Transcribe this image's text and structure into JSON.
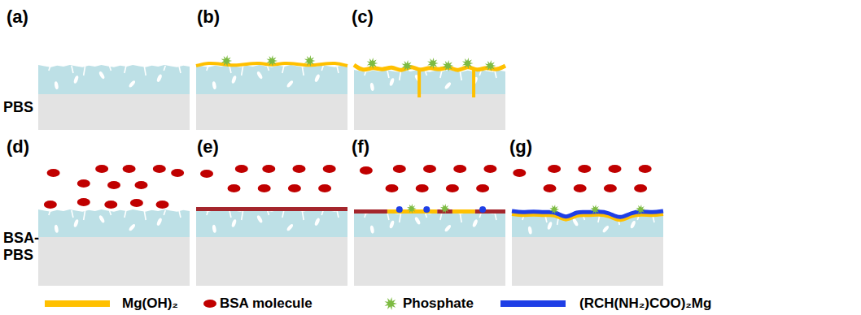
{
  "diagram": {
    "labels": [
      "(a)",
      "(b)",
      "(c)",
      "PBS",
      "(d)",
      "(e)",
      "(f)",
      "(g)",
      "BSA-PBS"
    ],
    "legend": [
      {
        "text": "Mg(OH)₂",
        "color": "#FFC000"
      },
      {
        "text": "BSA molecule"
      },
      {
        "text": "Phosphate"
      },
      {
        "text": "(RCH(NH₂)COO)₂Mg",
        "color": "#1F3FE6"
      }
    ]
  }
}
